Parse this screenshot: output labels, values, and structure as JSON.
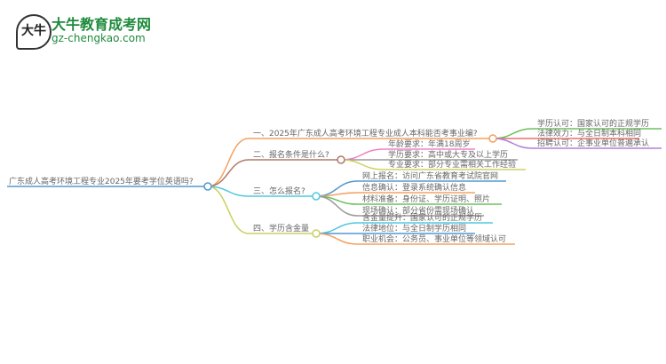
{
  "logo": {
    "badge_text": "大牛",
    "title": "大牛教育成考网",
    "url": "gz-chengkao.com"
  },
  "root": "广东成人高考环境工程专业2025年要考学位英语吗?",
  "branches": [
    {
      "label": "一、2025年广东成人高考环境工程专业成人本科能否考事业编?",
      "color": "#f5a060",
      "leaves": [
        {
          "text": "学历认可：国家认可的正规学历",
          "color": "#6ec060"
        },
        {
          "text": "法律效力：与全日制本科相同",
          "color": "#e87070"
        },
        {
          "text": "招聘认可：企事业单位普遍承认",
          "color": "#b080d8"
        }
      ]
    },
    {
      "label": "二、报名条件是什么?",
      "color": "#b07868",
      "leaves": [
        {
          "text": "年龄要求：年满18周岁",
          "color": "#f080c8"
        },
        {
          "text": "学历要求：高中或大专及以上学历",
          "color": "#999999"
        },
        {
          "text": "专业要求：部分专业需相关工作经验",
          "color": "#d0d060"
        }
      ]
    },
    {
      "label": "三、怎么报名?",
      "color": "#50c8e0",
      "leaves": [
        {
          "text": "网上报名：访问广东省教育考试院官网",
          "color": "#5098d0"
        },
        {
          "text": "信息确认：登录系统确认信息",
          "color": "#f5a060"
        },
        {
          "text": "材料准备：身份证、学历证明、照片",
          "color": "#6ec060"
        },
        {
          "text": "现场确认：部分省份需现场确认",
          "color": "#999999"
        }
      ]
    },
    {
      "label": "四、学历含金量",
      "color": "#c8d060",
      "leaves": [
        {
          "text": "含金量提升：国家认可的正规学历",
          "color": "#50c8e0"
        },
        {
          "text": "法律地位：与全日制学历相同",
          "color": "#5098d0"
        },
        {
          "text": "职业机会：公务员、事业单位等领域认可",
          "color": "#f5a060"
        }
      ]
    }
  ],
  "root_color": "#5098d0"
}
